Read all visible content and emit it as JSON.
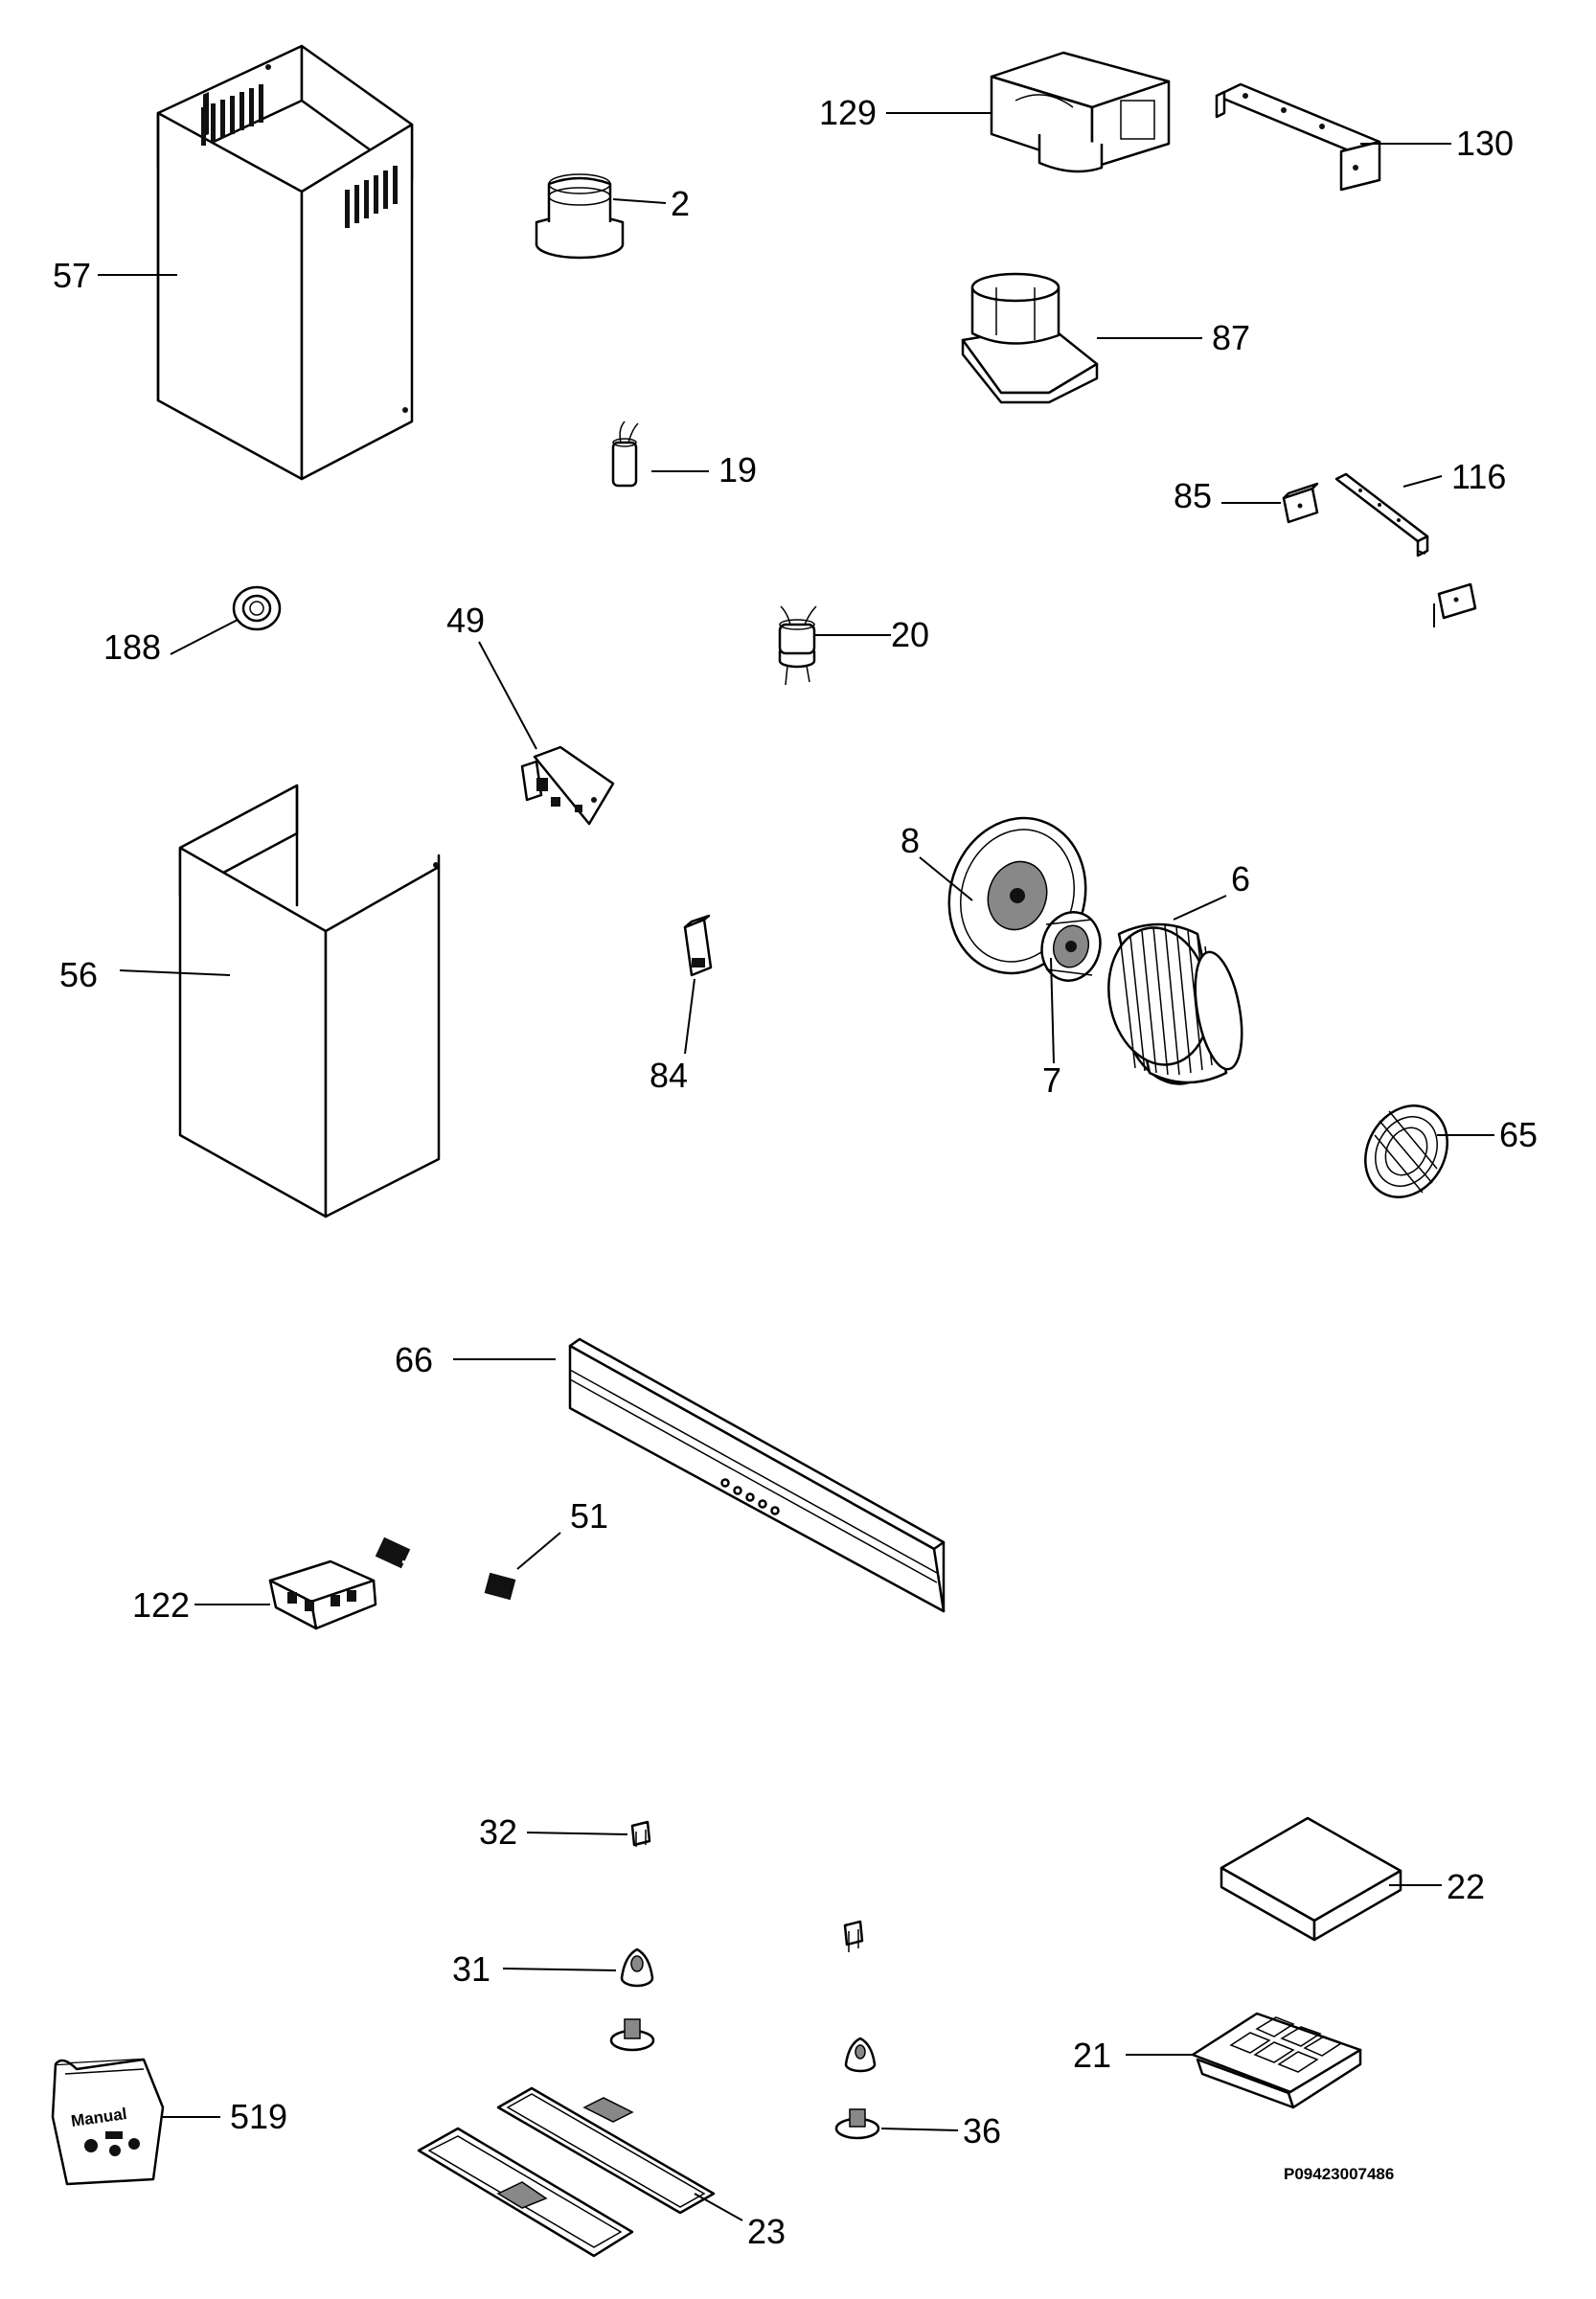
{
  "labels": {
    "p2": "2",
    "p6": "6",
    "p7": "7",
    "p8": "8",
    "p19": "19",
    "p20": "20",
    "p21": "21",
    "p22": "22",
    "p23": "23",
    "p31": "31",
    "p32": "32",
    "p36": "36",
    "p49": "49",
    "p51": "51",
    "p56": "56",
    "p57": "57",
    "p65": "65",
    "p66": "66",
    "p84": "84",
    "p85": "85",
    "p87": "87",
    "p116": "116",
    "p122": "122",
    "p129": "129",
    "p130": "130",
    "p188": "188",
    "p519": "519"
  },
  "manual_bag_text": "Manual",
  "drawing_code": "P09423007486"
}
